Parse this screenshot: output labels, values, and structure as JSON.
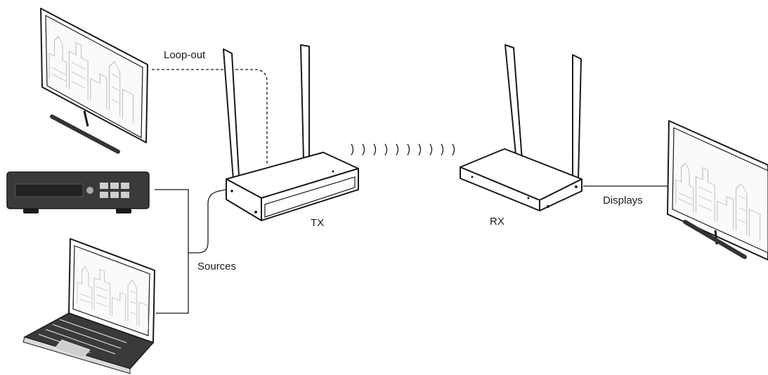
{
  "labels": {
    "loop_out": "Loop-out",
    "sources": "Sources",
    "tx": "TX",
    "rx": "RX",
    "displays": "Displays"
  },
  "devices": {
    "left_monitor": "monitor-icon",
    "media_player": "media-player-icon",
    "laptop": "laptop-icon",
    "tx_unit": "transmitter-icon",
    "rx_unit": "receiver-icon",
    "right_monitor": "monitor-icon"
  },
  "colors": {
    "stroke": "#1a1a1a",
    "device_dark": "#3a3a3a",
    "screen_art": "#b8b8b8",
    "background": "#ffffff"
  }
}
